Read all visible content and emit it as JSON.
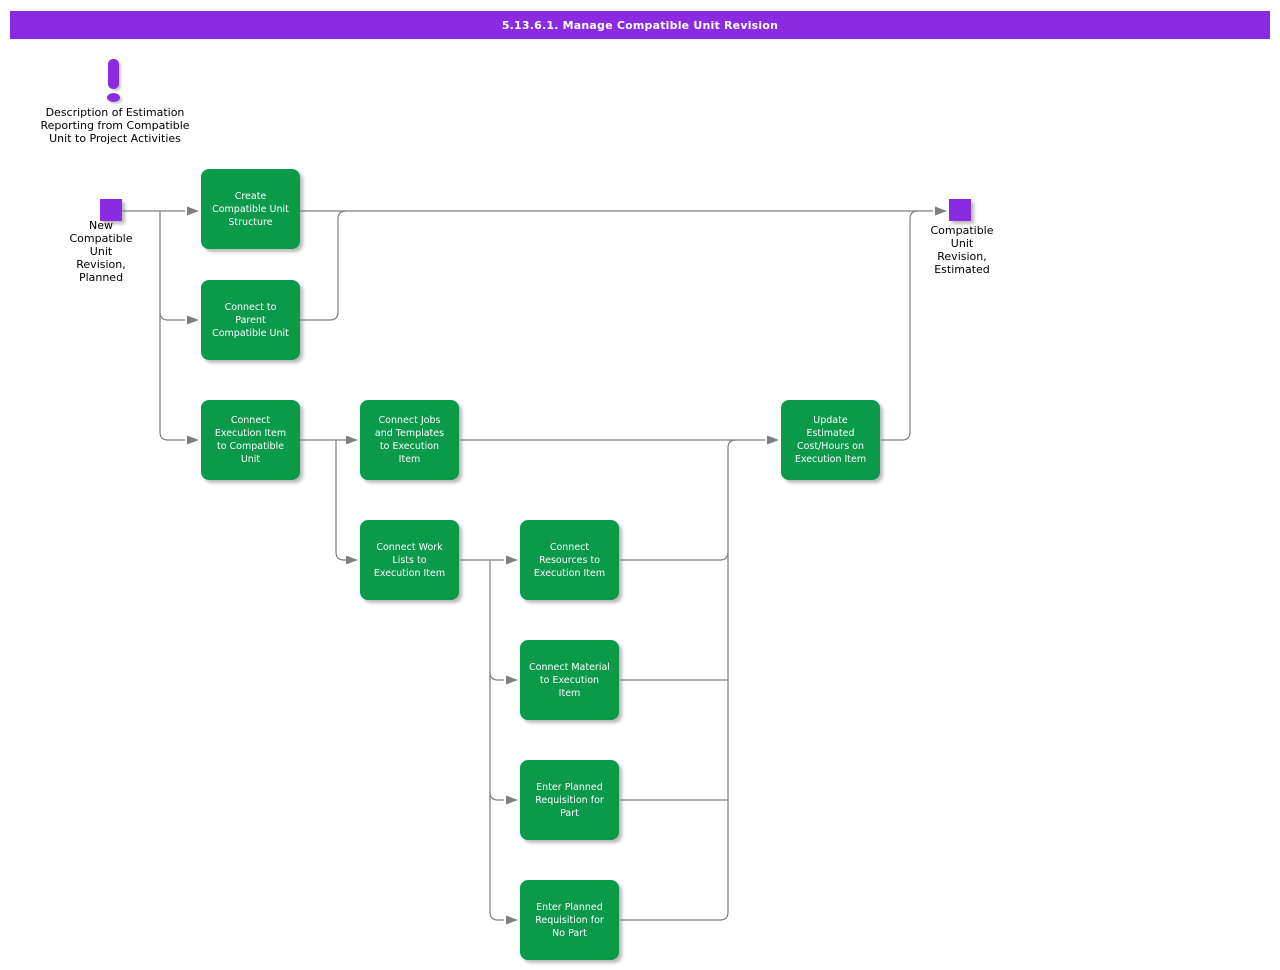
{
  "header": {
    "title": "5.13.6.1. Manage Compatible Unit Revision"
  },
  "colors": {
    "header_bg": "#8a2be2",
    "task_bg": "#0a9a4a",
    "task_text": "#ffffff",
    "connector": "#7f7f7f",
    "note_icon": "#8a2be2",
    "label_text": "#000000"
  },
  "note": {
    "icon": "exclamation-icon",
    "text": "Description of Estimation\nReporting from Compatible\nUnit to Project Activities"
  },
  "start_node": {
    "label": "New\nCompatible\nUnit\nRevision,\nPlanned"
  },
  "end_node": {
    "label": "Compatible\nUnit\nRevision,\nEstimated"
  },
  "nodes": {
    "create_cu_structure": {
      "label": "Create\nCompatible Unit\nStructure"
    },
    "connect_parent_cu": {
      "label": "Connect to\nParent\nCompatible Unit"
    },
    "connect_exec_item": {
      "label": "Connect\nExecution Item\nto Compatible\nUnit"
    },
    "connect_jobs_templates": {
      "label": "Connect Jobs\nand Templates\nto Execution\nItem"
    },
    "connect_work_lists": {
      "label": "Connect Work\nLists to\nExecution Item"
    },
    "connect_resources": {
      "label": "Connect\nResources to\nExecution Item"
    },
    "connect_material": {
      "label": "Connect Material\nto Execution\nItem"
    },
    "enter_req_part": {
      "label": "Enter Planned\nRequisition for\nPart"
    },
    "enter_req_no_part": {
      "label": "Enter Planned\nRequisition for\nNo Part"
    },
    "update_estimated": {
      "label": "Update\nEstimated\nCost/Hours on\nExecution Item"
    }
  }
}
